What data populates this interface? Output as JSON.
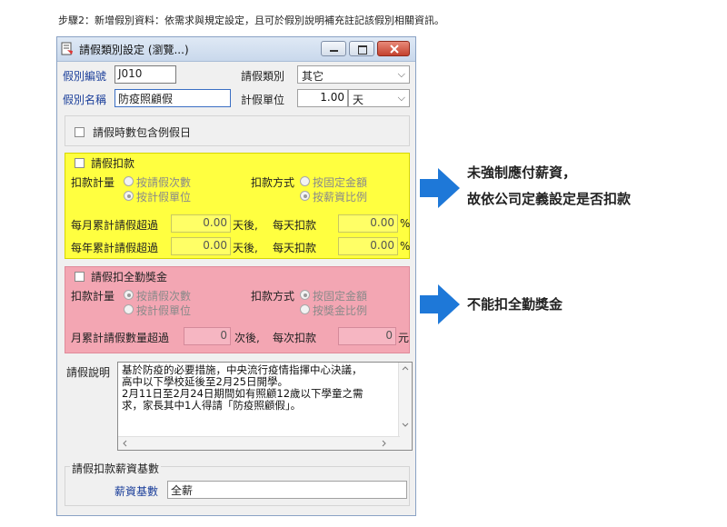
{
  "step_text": "步驟2：新增假別資料：依需求與規定設定，且可於假別說明補充註記該假別相關資訊。",
  "window": {
    "title": "請假類別設定 (瀏覽...)"
  },
  "form": {
    "leave_code_label": "假別編號",
    "leave_code_value": "J010",
    "leave_type_label": "請假類別",
    "leave_type_value": "其它",
    "leave_name_label": "假別名稱",
    "leave_name_value": "防疫照顧假",
    "leave_unit_label": "計假單位",
    "leave_unit_number": "1.00",
    "leave_unit_value": "天",
    "include_holiday_label": "請假時數包含例假日"
  },
  "deduct": {
    "checkbox_label": "請假扣款",
    "calc_label": "扣款計量",
    "calc_opt1": "按請假次數",
    "calc_opt2": "按計假單位",
    "method_label": "扣款方式",
    "method_opt1": "按固定金額",
    "method_opt2": "按薪資比例",
    "monthly_label": "每月累計請假超過",
    "monthly_value": "0.00",
    "after_label1": "天後,",
    "daily_label1": "每天扣款",
    "daily_value1": "0.00",
    "pct1": "%",
    "yearly_label": "每年累計請假超過",
    "yearly_value": "0.00",
    "after_label2": "天後,",
    "daily_label2": "每天扣款",
    "daily_value2": "0.00",
    "pct2": "%"
  },
  "bonus": {
    "checkbox_label": "請假扣全勤獎金",
    "calc_label": "扣款計量",
    "calc_opt1": "按請假次數",
    "calc_opt2": "按計假單位",
    "method_label": "扣款方式",
    "method_opt1": "按固定金額",
    "method_opt2": "按獎金比例",
    "count_label": "月累計請假數量超過",
    "count_value": "0",
    "after_label": "次後,",
    "per_label": "每次扣款",
    "per_value": "0",
    "unit": "元"
  },
  "memo": {
    "label": "請假說明",
    "lines": [
      "基於防疫的必要措施，中央流行疫情指揮中心決議，",
      "高中以下學校延後至2月25日開學。",
      "2月11日至2月24日期間如有照顧12歲以下學童之需",
      "求，家長其中1人得請「防疫照顧假」。"
    ]
  },
  "salary": {
    "group_label": "請假扣款薪資基數",
    "base_label": "薪資基數",
    "base_value": "全薪"
  },
  "callouts": {
    "first_line1": "未強制應付薪資，",
    "first_line2": "故依公司定義設定是否扣款",
    "second": "不能扣全勤獎金"
  },
  "colors": {
    "deduct_panel": "#ffff40",
    "bonus_panel": "#f3a6b3",
    "arrow": "#1e78d8",
    "label_blue": "#1a3e9a"
  }
}
